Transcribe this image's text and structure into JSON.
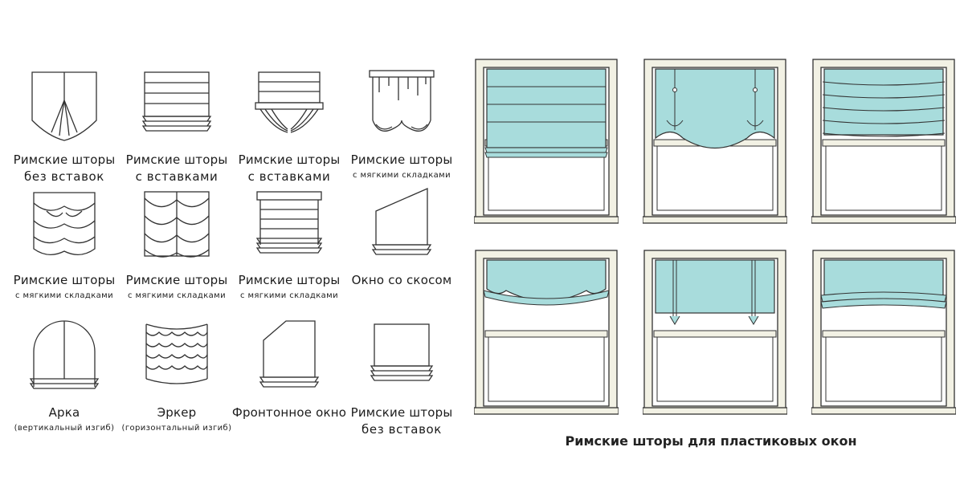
{
  "left_grid": [
    {
      "line1": "Римские шторы",
      "line2": "без вставок",
      "icon": "roman-shade-no-inserts-icon"
    },
    {
      "line1": "Римские шторы",
      "line2": "с вставками",
      "icon": "roman-shade-inserts-icon"
    },
    {
      "line1": "Римские шторы",
      "line2": "с вставками",
      "icon": "roman-shade-inserts-fan-icon"
    },
    {
      "line1": "Римские шторы",
      "line2": "с мягкими складками",
      "icon": "roman-shade-soft-folds-icon"
    },
    {
      "line1": "Римские шторы",
      "line2": "с мягкими складками",
      "icon": "roman-shade-soft-folds-swag-icon"
    },
    {
      "line1": "Римские шторы",
      "line2": "с мягкими складками",
      "icon": "roman-shade-soft-folds-tiers-icon"
    },
    {
      "line1": "Римские шторы",
      "line2": "с мягкими складками",
      "icon": "roman-shade-soft-folds-stack-icon"
    },
    {
      "line1": "Окно со скосом",
      "line2": "",
      "icon": "slanted-window-icon"
    },
    {
      "line1": "Арка",
      "line2": "(вертикальный изгиб)",
      "icon": "arch-window-icon"
    },
    {
      "line1": "Эркер",
      "line2": "(горизонтальный изгиб)",
      "icon": "bay-window-icon"
    },
    {
      "line1": "Фронтонное окно",
      "line2": "",
      "icon": "gable-window-icon"
    },
    {
      "line1": "Римские шторы",
      "line2": "без вставок",
      "icon": "roman-shade-plain-icon"
    }
  ],
  "right_title": "Римские шторы для пластиковых окон",
  "colors": {
    "shade": "#a8dcdc",
    "frame": "#f2f1e4",
    "stroke": "#333333"
  }
}
